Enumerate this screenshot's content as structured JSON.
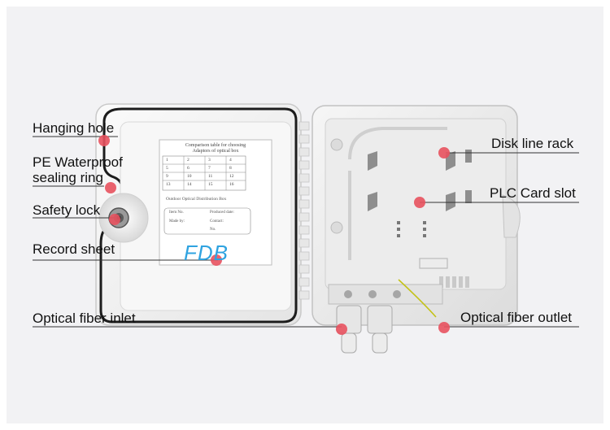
{
  "labels": {
    "hanging_hole": "Hanging hole",
    "pe_ring_line1": "PE Waterproof",
    "pe_ring_line2": "sealing ring",
    "safety_lock": "Safety lock",
    "record_sheet": "Record sheet",
    "fiber_inlet": "Optical fiber inlet",
    "disk_rack": "Disk line rack",
    "plc_slot": "PLC Card slot",
    "fiber_outlet": "Optical fiber outlet"
  },
  "record_sheet": {
    "title_line1": "Comparison table for choosing",
    "title_line2": "Adaptors of optical box",
    "rows": [
      [
        "1",
        "2",
        "3",
        "4"
      ],
      [
        "5",
        "6",
        "7",
        "8"
      ],
      [
        "9",
        "10",
        "11",
        "12"
      ],
      [
        "13",
        "14",
        "15",
        "16"
      ]
    ],
    "subtitle": "Outdoor Optical Distribution Box",
    "item_no": "Item No.",
    "produced_date": "Produced date:",
    "made_by": "Made by:",
    "contact": "Contact:",
    "no": "No."
  },
  "brand": "FDB",
  "colors": {
    "marker": "#e8525f",
    "brand": "#2fa3e0"
  }
}
